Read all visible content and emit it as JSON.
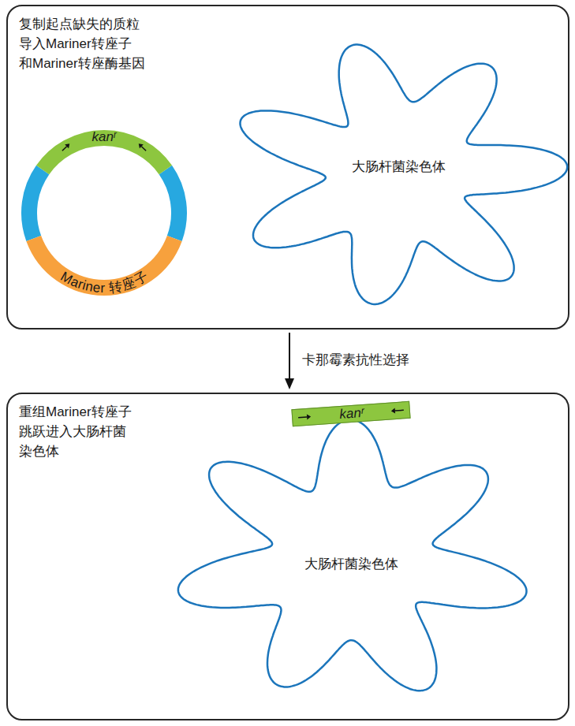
{
  "diagram": {
    "nodes": [
      {
        "text": [
          "复制起点缺失的质粒 导入Mariner转座子 和Mariner转座酶基因"
        ]
      },
      {
        "text": [
          "kanʳ",
          "Mariner 转座子"
        ],
        "in": 0
      },
      {
        "text": [
          "大肠杆菌染色体"
        ],
        "in": 0
      },
      {
        "text": [
          "重组Mariner转座子 跳跃进入大肠杆菌 染色体"
        ]
      },
      {
        "text": [
          "kanʳ"
        ],
        "in": 3
      },
      {
        "text": [
          "大肠杆菌染色体"
        ],
        "in": 3
      }
    ],
    "edges": [
      {
        "from": 0,
        "to": 3,
        "arrow": "to",
        "label": "卡那霉素抗性选择"
      }
    ]
  }
}
